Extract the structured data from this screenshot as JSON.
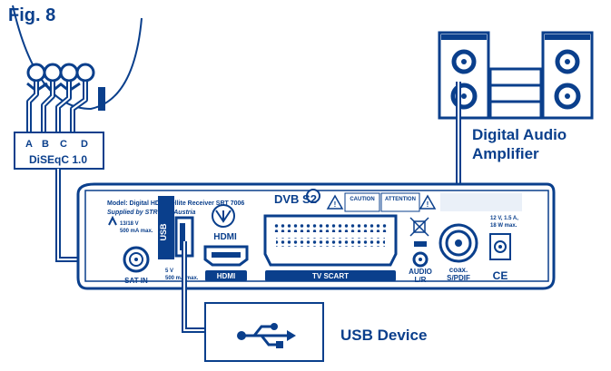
{
  "figure": {
    "title": "Fig. 8"
  },
  "diseqc": {
    "ports": [
      "A",
      "B",
      "C",
      "D"
    ],
    "label": "DiSEqC 1.0"
  },
  "amplifier": {
    "line1": "Digital Audio",
    "line2": "Amplifier"
  },
  "usb_device": {
    "label": "USB Device"
  },
  "receiver": {
    "model_line": "Model: Digital HD Satellite Receiver SRT 7006",
    "supplied_line": "Supplied by STRONG Austria",
    "dvb_logo": "DVB S2",
    "caution": "CAUTION",
    "attention": "ATTENTION",
    "lnb_spec_1": "13/18 V",
    "lnb_spec_2": "500 mA max.",
    "sat_in": "SAT IN",
    "usb_vertical": "USB",
    "usb_spec_1": "5 V",
    "usb_spec_2": "500 mA max.",
    "hdmi_logo": "HDMI",
    "hdmi_port": "HDMI",
    "scart": "TV SCART",
    "audio_1": "AUDIO",
    "audio_2": "L/R",
    "coax_1": "coax.",
    "coax_2": "S/PDIF",
    "power_1": "12 V, 1.5 A,",
    "power_2": "18 W max.",
    "ce": "CE"
  },
  "colors": {
    "ink": "#0a3f8c",
    "light": "#eaf0f8"
  }
}
